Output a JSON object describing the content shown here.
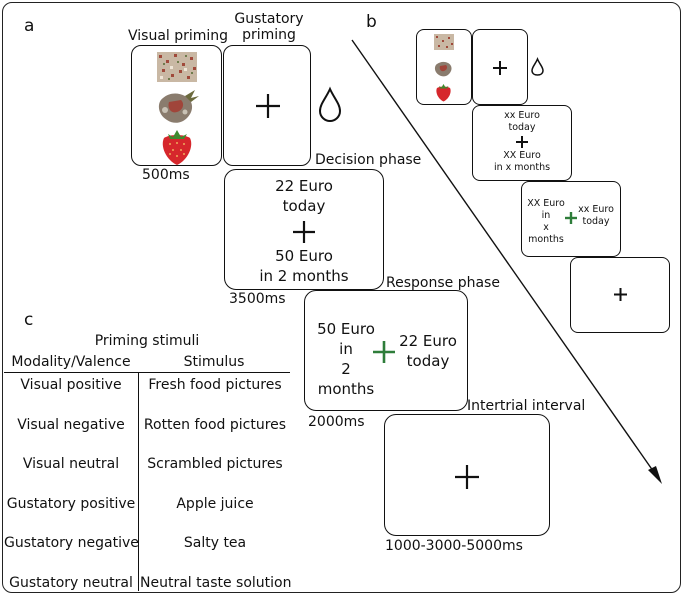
{
  "panels": {
    "a": {
      "letter": "a",
      "label_visual": "Visual priming",
      "label_gustatory": "Gustatory\npriming",
      "time_priming": "500ms",
      "decision_label": "Decision phase",
      "decision_line1": "22 Euro\ntoday",
      "decision_line2": "50 Euro\nin 2 months",
      "time_decision": "3500ms",
      "response_label": "Response phase",
      "response_left": "50 Euro\nin\n2 months",
      "response_right": "22 Euro\ntoday",
      "time_response": "2000ms",
      "iti_label": "Intertrial interval",
      "time_iti": "1000-3000-5000ms"
    },
    "b": {
      "letter": "b",
      "decision_top": "xx Euro\ntoday",
      "decision_bottom": "XX Euro\nin x months",
      "response_left": "XX Euro\nin\nx months",
      "response_right": "xx Euro\ntoday"
    },
    "c": {
      "letter": "c",
      "table_title": "Priming stimuli",
      "col_modality": "Modality/Valence",
      "col_stimulus": "Stimulus",
      "rows": [
        {
          "modality": "Visual positive",
          "stimulus": "Fresh food pictures"
        },
        {
          "modality": "Visual negative",
          "stimulus": "Rotten food pictures"
        },
        {
          "modality": "Visual neutral",
          "stimulus": "Scrambled pictures"
        },
        {
          "modality": "Gustatory positive",
          "stimulus": "Apple juice"
        },
        {
          "modality": "Gustatory negative",
          "stimulus": "Salty tea"
        },
        {
          "modality": "Gustatory neutral",
          "stimulus": "Neutral taste solution"
        }
      ]
    }
  },
  "colors": {
    "accent_cross": "#2e7d3a",
    "strawberry": "#d6272c",
    "rotten": "#8a7c6e"
  },
  "icons": [
    "fixation-cross-icon",
    "drop-icon",
    "strawberry-icon",
    "rotten-strawberry-icon",
    "scrambled-image-icon"
  ]
}
